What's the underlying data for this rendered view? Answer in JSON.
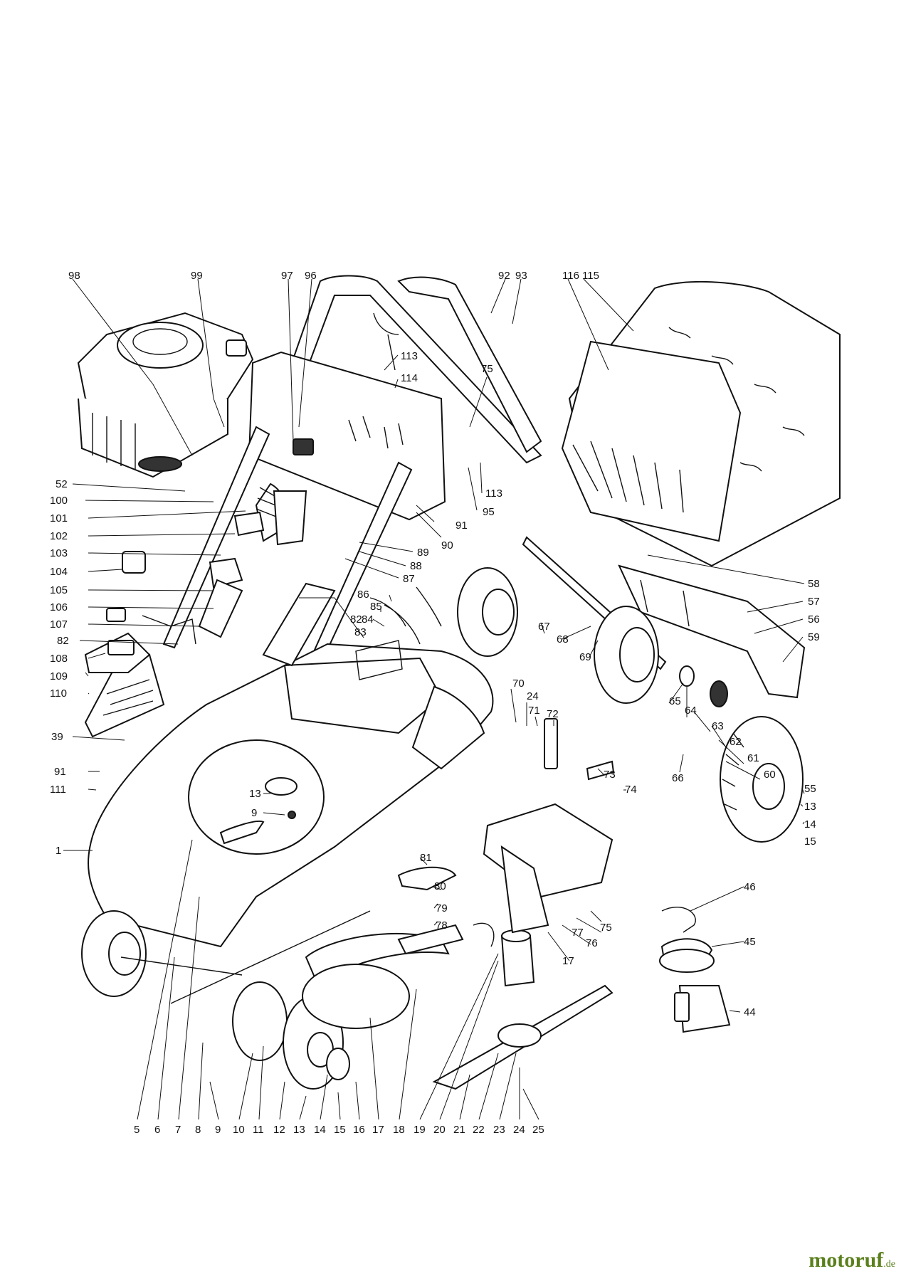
{
  "watermark": {
    "main": "motoruf",
    "suffix": ".de"
  },
  "colors": {
    "ink": "#111111",
    "paper": "#ffffff",
    "brand": "#5a7f1c"
  },
  "labels": {
    "l98": "98",
    "l99": "99",
    "l97": "97",
    "l96": "96",
    "l92": "92",
    "l93": "93",
    "l116": "116",
    "l115": "115",
    "l113a": "113",
    "l114": "114",
    "l75a": "75",
    "l113b": "113",
    "l95": "95",
    "l91a": "91",
    "l90": "90",
    "l89": "89",
    "l88": "88",
    "l87": "87",
    "l86": "86",
    "l85": "85",
    "l84": "84",
    "l83": "83",
    "l82a": "82",
    "l52": "52",
    "l100": "100",
    "l101": "101",
    "l102": "102",
    "l103": "103",
    "l104": "104",
    "l105": "105",
    "l106": "106",
    "l107": "107",
    "l82b": "82",
    "l108": "108",
    "l109": "109",
    "l110": "110",
    "l39": "39",
    "l91b": "91",
    "l111": "111",
    "l1": "1",
    "l13a": "13",
    "l9a": "9",
    "l58": "58",
    "l57": "57",
    "l56": "56",
    "l59": "59",
    "l67": "67",
    "l68": "68",
    "l69": "69",
    "l70": "70",
    "l24a": "24",
    "l71": "71",
    "l72": "72",
    "l65": "65",
    "l64": "64",
    "l63": "63",
    "l62": "62",
    "l61": "61",
    "l60": "60",
    "l66": "66",
    "l73": "73",
    "l74": "74",
    "l55": "55",
    "l13b": "13",
    "l14a": "14",
    "l15a": "15",
    "l81": "81",
    "l80": "80",
    "l79": "79",
    "l78": "78",
    "l77": "77",
    "l76": "76",
    "l75b": "75",
    "l17a": "17",
    "l46": "46",
    "l45": "45",
    "l44": "44",
    "b5": "5",
    "b6": "6",
    "b7": "7",
    "b8": "8",
    "b9": "9",
    "b10": "10",
    "b11": "11",
    "b12": "12",
    "b13": "13",
    "b14": "14",
    "b15": "15",
    "b16": "16",
    "b17": "17",
    "b18": "18",
    "b19": "19",
    "b20": "20",
    "b21": "21",
    "b22": "22",
    "b23": "23",
    "b24": "24",
    "b25": "25"
  }
}
